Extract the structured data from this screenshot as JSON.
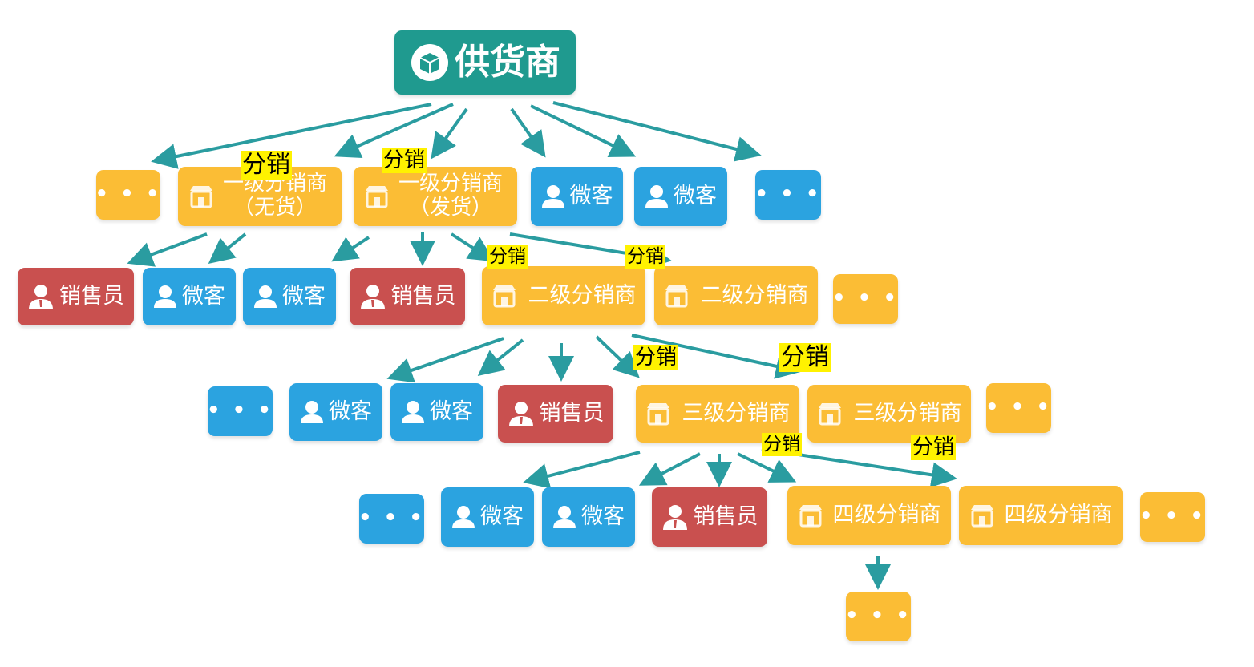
{
  "colors": {
    "root": "#1f9a8f",
    "orange": "#fbbd35",
    "blue": "#2ba3e0",
    "red": "#c9504f",
    "arrow": "#2a9ca0",
    "tag": "#fff200"
  },
  "root": {
    "label": "供货商",
    "icon": "box-icon"
  },
  "tags": {
    "fenxiao": "分销"
  },
  "nodes": {
    "more": "• • •",
    "distributor_l1_no_stock": "一级分销商（无货）",
    "distributor_l1_ship": "一级分销商（发货）",
    "distributor_l2": "二级分销商",
    "distributor_l3": "三级分销商",
    "distributor_l4": "四级分销商",
    "weike": "微客",
    "salesperson": "销售员"
  }
}
